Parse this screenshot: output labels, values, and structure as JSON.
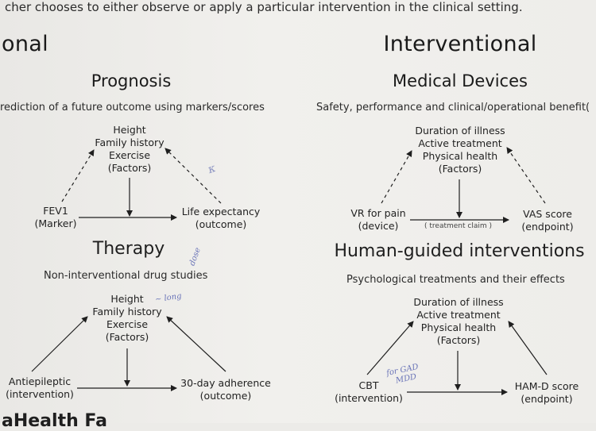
{
  "top_line": "cher chooses to either observe or apply a particular intervention in the clinical setting.",
  "left": {
    "title_fragment": "onal",
    "prognosis": {
      "title": "Prognosis",
      "description": "rediction of a future outcome using markers/scores",
      "factors": [
        "Height",
        "Family history",
        "Exercise",
        "(Factors)"
      ],
      "left_node": [
        "FEV1",
        "(Marker)"
      ],
      "right_node": [
        "Life expectancy",
        "(outcome)"
      ]
    },
    "therapy": {
      "title": "Therapy",
      "description": "Non-interventional drug studies",
      "factors": [
        "Height",
        "Family history",
        "Exercise",
        "(Factors)"
      ],
      "left_node": [
        "Antiepileptic",
        "(intervention)"
      ],
      "right_node": [
        "30-day adherence",
        "(outcome)"
      ]
    },
    "bottom_fragment": "aHealth Fa"
  },
  "right": {
    "title": "Interventional",
    "devices": {
      "title": "Medical Devices",
      "description": "Safety, performance and clinical/operational benefit(",
      "factors": [
        "Duration of illness",
        "Active treatment",
        "Physical health",
        "(Factors)"
      ],
      "left_node": [
        "VR for pain",
        "(device)"
      ],
      "right_node": [
        "VAS score",
        "(endpoint)"
      ],
      "arrow_label": "treatment claim"
    },
    "human": {
      "title": "Human-guided interventions",
      "description": "Psychological treatments and their effects",
      "factors": [
        "Duration of illness",
        "Active treatment",
        "Physical health",
        "(Factors)"
      ],
      "left_node": [
        "CBT",
        "(intervention)"
      ],
      "right_node": [
        "HAM-D score",
        "(endpoint)"
      ]
    }
  },
  "handwriting": [
    "dose",
    "~ long",
    "for GAD",
    "MDD",
    "κ"
  ],
  "colors": {
    "ink": "#1f1f1f",
    "handwriting": "#6a74b8",
    "paper": "#ecebe8"
  }
}
